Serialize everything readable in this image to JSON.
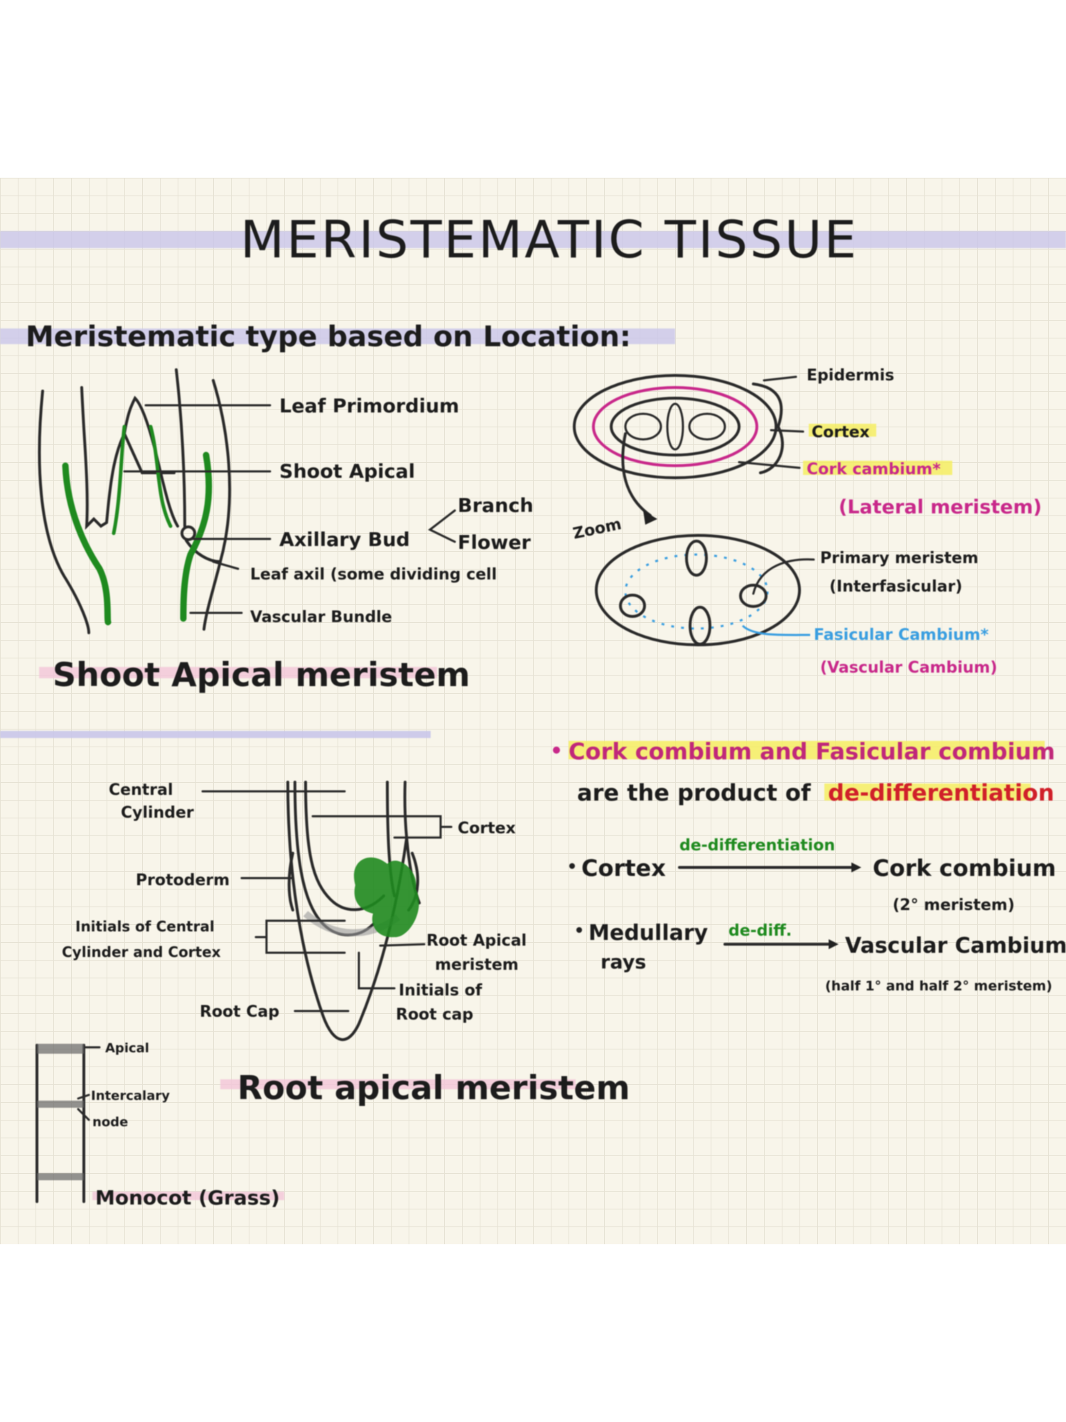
{
  "title": "MERISTEMATIC TISSUE",
  "subtitle": "Meristematic type based on Location:",
  "colors": {
    "paper": "#f8f5ea",
    "lavender": "#c9c6ea",
    "pink": "#f2c6d8",
    "green": "#1f8a1f",
    "magenta": "#c8288a",
    "blue": "#3a9ee0",
    "yellow": "#f5ee5a"
  },
  "shoot": {
    "labels": {
      "leaf_primordium": "Leaf Primordium",
      "shoot_apical": "Shoot Apical",
      "branch": "Branch",
      "axillary_bud": "Axillary Bud",
      "flower": "Flower",
      "leaf_axil": "Leaf axil (some dividing cell",
      "vascular_bundle": "Vascular Bundle"
    },
    "caption": "Shoot Apical meristem"
  },
  "stem_section": {
    "epidermis": "Epidermis",
    "cortex": "Cortex",
    "cork_cambium": "Cork cambium*",
    "lateral_meristem": "(Lateral meristem)",
    "zoom": "Zoom",
    "primary_meristem": "Primary meristem",
    "interfasicular": "(Interfasicular)",
    "fasicular_cambium": "Fasicular Cambium*",
    "vascular_cambium": "(Vascular Cambium)"
  },
  "notes": {
    "line1": "Cork combium and Fasicular combium",
    "line2a": "are the product of",
    "line2b": "de-differentiation",
    "cortex": "Cortex",
    "arrow1_label": "de-differentiation",
    "cork_result": "Cork combium",
    "cork_note": "(2° meristem)",
    "medullary": "Medullary",
    "rays": "rays",
    "arrow2_label": "de-diff.",
    "vascular_result": "Vascular Cambium",
    "vascular_note": "(half 1° and half 2° meristem)"
  },
  "root": {
    "labels": {
      "central": "Central",
      "cylinder": "Cylinder",
      "cortex": "Cortex",
      "protoderm": "Protoderm",
      "initials1": "Initials of Central",
      "initials2": "Cylinder and Cortex",
      "ram1": "Root Apical",
      "ram2": "meristem",
      "irc1": "Initials of",
      "irc2": "Root cap",
      "root_cap": "Root Cap"
    },
    "caption": "Root apical meristem"
  },
  "monocot": {
    "apical": "Apical",
    "intercalary": "Intercalary",
    "node": "node",
    "caption": "Monocot (Grass)"
  }
}
